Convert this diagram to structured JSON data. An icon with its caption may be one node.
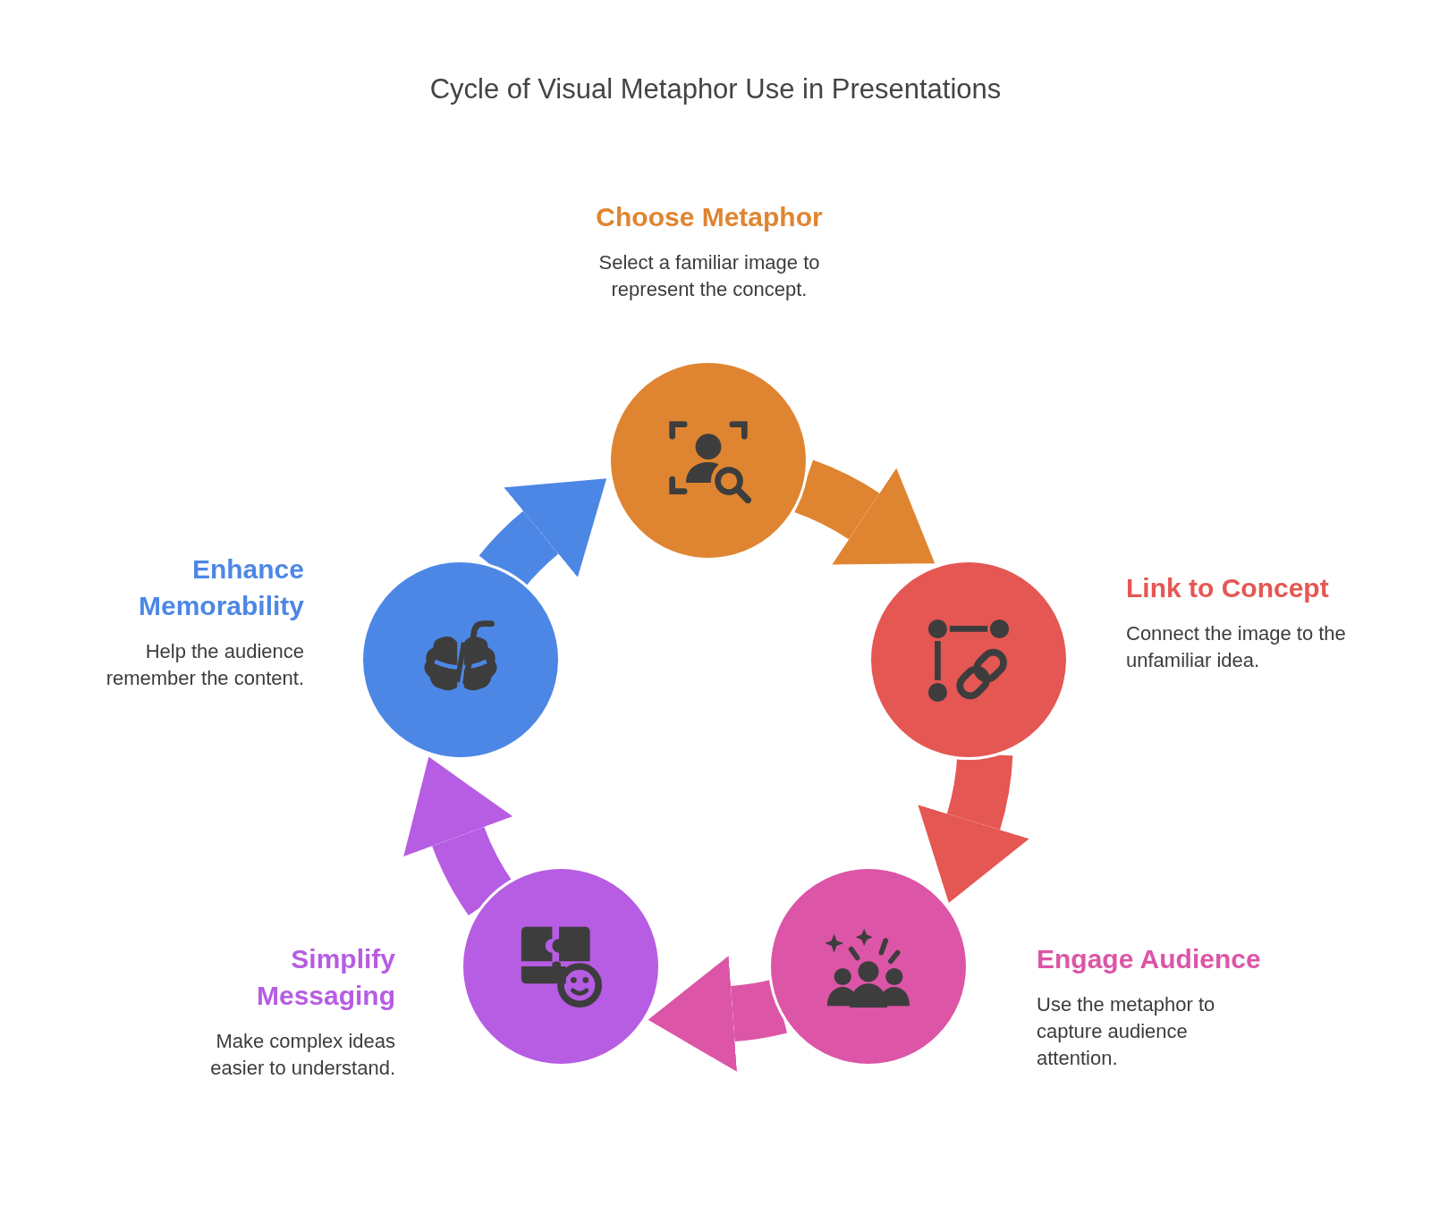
{
  "diagram": {
    "title": "Cycle of Visual Metaphor Use in Presentations",
    "nodes": [
      {
        "text": [
          "Choose Metaphor",
          "Select a familiar image to represent the concept."
        ]
      },
      {
        "text": [
          "Link to Concept",
          "Connect the image to the unfamiliar idea."
        ]
      },
      {
        "text": [
          "Engage Audience",
          "Use the metaphor to capture audience attention."
        ]
      },
      {
        "text": [
          "Simplify Messaging",
          "Make complex ideas easier to understand."
        ]
      },
      {
        "text": [
          "Enhance Memorability",
          "Help the audience remember the content."
        ]
      }
    ],
    "edges": [
      {
        "from": 0,
        "to": 1,
        "arrow": "to",
        "color": "#df8531"
      },
      {
        "from": 1,
        "to": 2,
        "arrow": "to",
        "color": "#e55753"
      },
      {
        "from": 2,
        "to": 3,
        "arrow": "to",
        "color": "#dc55a7"
      },
      {
        "from": 3,
        "to": 4,
        "arrow": "to",
        "color": "#b65de3"
      },
      {
        "from": 4,
        "to": 0,
        "arrow": "to",
        "color": "#4d87e5"
      }
    ]
  }
}
